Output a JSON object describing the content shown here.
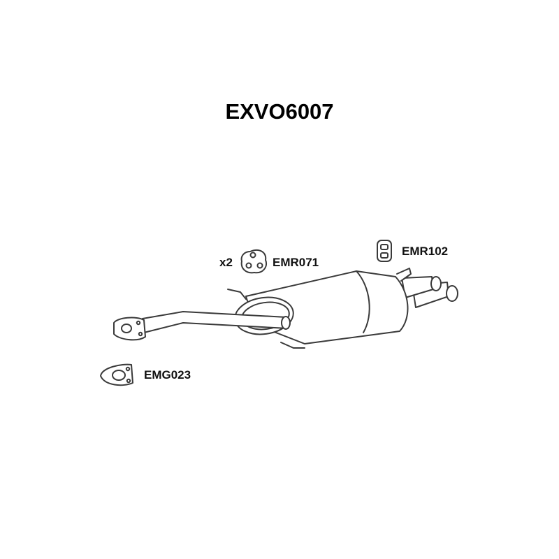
{
  "title": "EXVO6007",
  "parts": {
    "rubber_mount_1": {
      "code": "EMR071",
      "quantity": "x2",
      "icon": "rubber-mount-icon"
    },
    "rubber_mount_2": {
      "code": "EMR102",
      "icon": "rubber-hanger-icon"
    },
    "gasket": {
      "code": "EMG023",
      "icon": "flange-gasket-icon"
    },
    "main_assembly": {
      "icon": "rear-silencer-icon"
    }
  },
  "colors": {
    "line": "#3a3a3a",
    "fill": "#ffffff",
    "label": "#111111"
  }
}
